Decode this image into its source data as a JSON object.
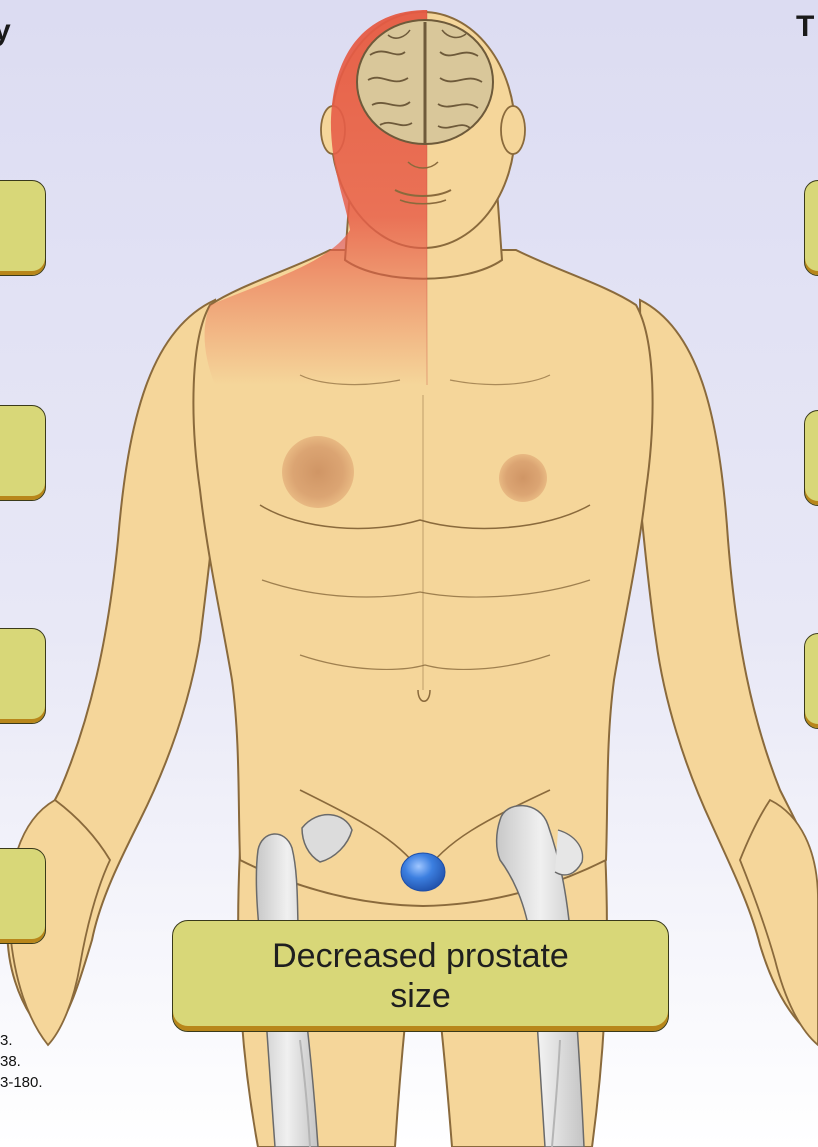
{
  "left_title": "y",
  "right_title": "T",
  "main_label": "Decreased prostate size",
  "reference_fragments": [
    "3.",
    "38.",
    "3-180."
  ],
  "colors": {
    "skin": "#f5d69a",
    "skin_outline": "#8a6a3c",
    "highlight_red": "#e8604a",
    "brain": "#d9c79a",
    "bone": "#dcdcdc",
    "prostate": "#3c7fe0",
    "label_fill": "#d8d778",
    "label_stripe": "#b8861a",
    "background_top": "#dcdcf2"
  },
  "icons": [
    "brain-icon",
    "prostate-icon",
    "bone-icon",
    "nipple-icon"
  ]
}
